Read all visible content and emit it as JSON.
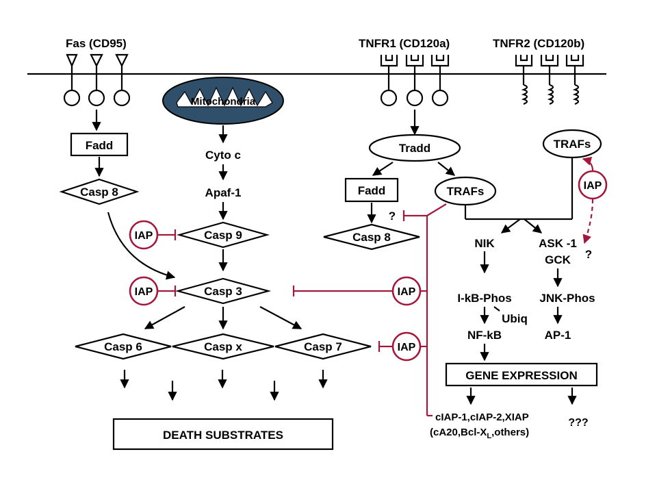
{
  "colors": {
    "ink": "#000000",
    "inhibitor": "#a3173a",
    "mitochondria_fill": "#2f4f6a"
  },
  "receptors": {
    "fas": "Fas (CD95)",
    "tnfr1": "TNFR1 (CD120a)",
    "tnfr2": "TNFR2 (CD120b)"
  },
  "nodes": {
    "mitochondria": "Mitochondria",
    "fadd_left": "Fadd",
    "casp8_left": "Casp 8",
    "cyto_c": "Cyto c",
    "apaf1": "Apaf-1",
    "casp9": "Casp 9",
    "casp3": "Casp 3",
    "casp6": "Casp 6",
    "caspx": "Casp x",
    "casp7": "Casp 7",
    "death_substrates": "DEATH SUBSTRATES",
    "tradd": "Tradd",
    "fadd_right": "Fadd",
    "trafs_mid": "TRAFs",
    "casp8_right": "Casp 8",
    "trafs_right": "TRAFs",
    "nik": "NIK",
    "ask1": "ASK -1",
    "gck": "GCK",
    "ikb_phos": "I-kB-Phos",
    "ubiq": "Ubiq",
    "nfkb": "NF-kB",
    "jnk_phos": "JNK-Phos",
    "ap1": "AP-1",
    "gene_expression": "GENE EXPRESSION",
    "products_line1": "cIAP-1,cIAP-2,XIAP",
    "products_line2_pre": "(cA20,Bcl-X",
    "products_line2_sub": "L",
    "products_line2_post": ",others)",
    "unknown_products": "???"
  },
  "iap_label": "IAP",
  "question_mark": "?"
}
